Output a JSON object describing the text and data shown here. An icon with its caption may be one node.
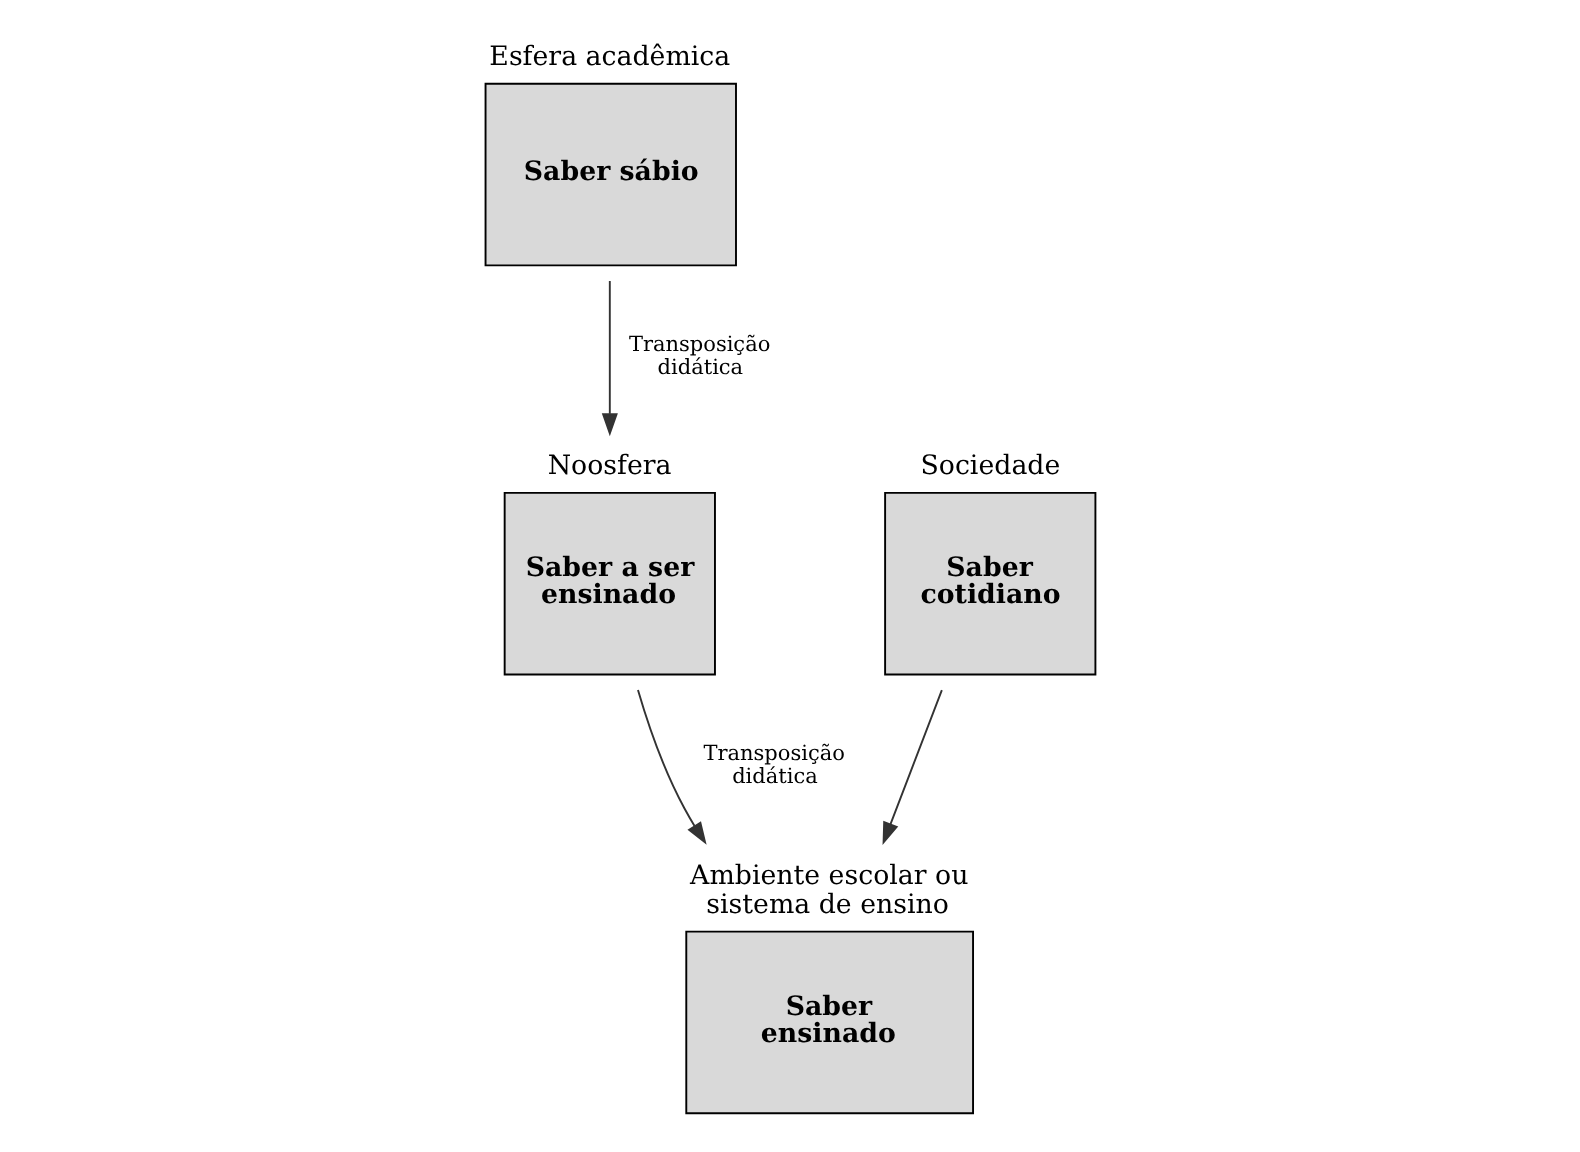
{
  "diagram": {
    "nodes": [
      {
        "text": [
          "Saber sábio"
        ],
        "beside": [
          "Esfera acadêmica"
        ]
      },
      {
        "text": [
          "Saber a ser ensinado"
        ],
        "beside": [
          "Noosfera"
        ]
      },
      {
        "text": [
          "Saber cotidiano"
        ],
        "beside": [
          "Sociedade"
        ]
      },
      {
        "text": [
          "Saber ensinado"
        ],
        "beside": [
          "Ambiente escolar ou sistema de ensino"
        ]
      }
    ],
    "edges": [
      {
        "from": 0,
        "to": 1,
        "arrow": "to",
        "label": "Transposição didática"
      },
      {
        "from": 1,
        "to": 3,
        "arrow": "to",
        "label": "Transposição didática"
      },
      {
        "from": 2,
        "to": 3,
        "arrow": "to"
      }
    ]
  }
}
